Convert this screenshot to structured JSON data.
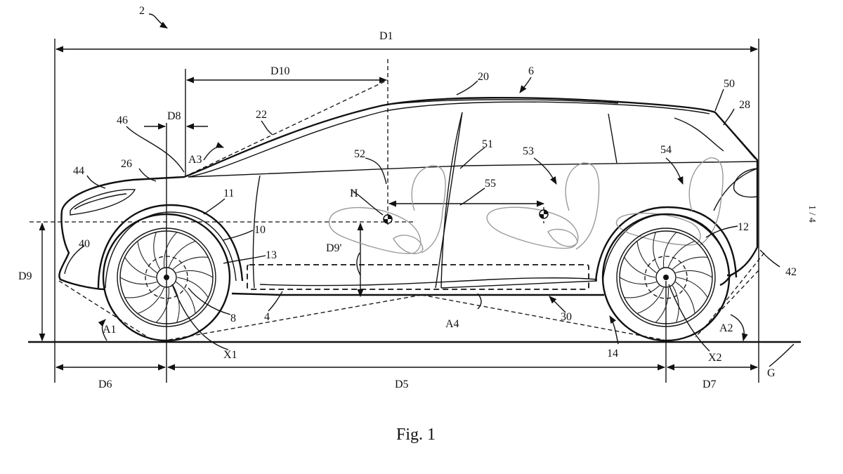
{
  "figure": {
    "caption": "Fig. 1",
    "sheet": "1 / 4"
  },
  "reference_numerals": {
    "vehicle": "2",
    "roof": "6",
    "roof_line": "20",
    "windshield": "22",
    "hood": "26",
    "rear": "28",
    "front_bumper": "40",
    "rear_bumper": "42",
    "headlamp": "44",
    "hood_edge": "46",
    "rear_top": "50",
    "pillar": "51",
    "seat_front": "52",
    "seat_middle": "53",
    "seat_rear": "54",
    "seat_spacing": "55",
    "front_arch": "11",
    "front_wheel": "10",
    "front_tire": "13",
    "front_hub": "8",
    "battery": "4",
    "underbody": "30",
    "rear_wheel": "14",
    "rear_arch": "12"
  },
  "dimensions": {
    "overall_length": "D1",
    "windshield_reach": "D10",
    "hood_offset": "D8",
    "front_height": "D9",
    "hip_height": "D9'",
    "front_overhang": "D6",
    "wheelbase": "D5",
    "rear_overhang": "D7",
    "hip_point": "H",
    "front_axle": "X1",
    "rear_axle": "X2",
    "ground": "G"
  },
  "angles": {
    "approach": "A1",
    "departure": "A2",
    "windshield": "A3",
    "breakover": "A4"
  }
}
